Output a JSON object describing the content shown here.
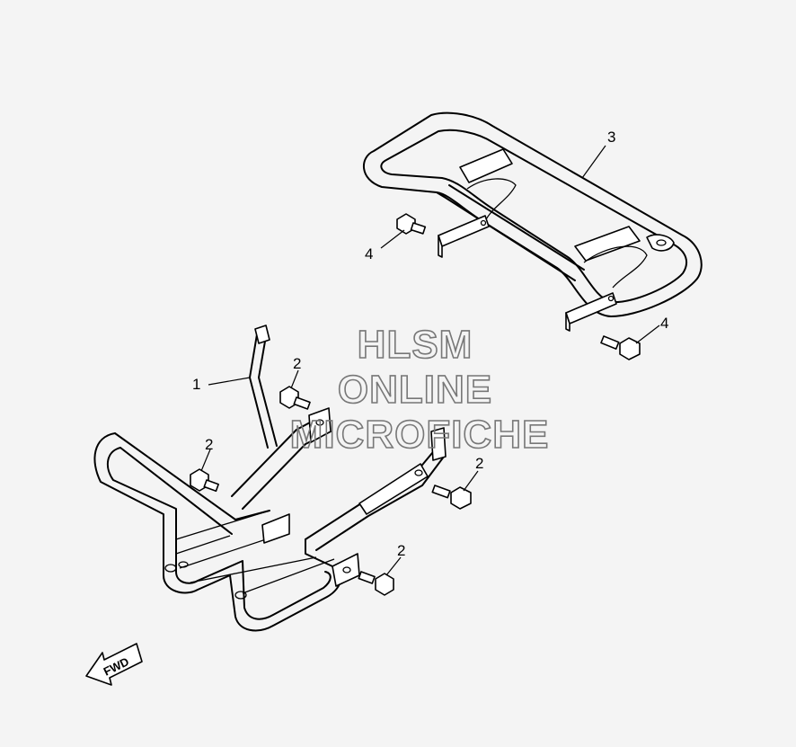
{
  "watermark": {
    "line1": "HLSM",
    "line2": "ONLINE",
    "line3": "MICROFICHE"
  },
  "direction_arrow": {
    "label": "FWD",
    "icon": "fwd-arrow-icon"
  },
  "callouts": [
    {
      "id": "c1",
      "label": "1"
    },
    {
      "id": "c2a",
      "label": "2"
    },
    {
      "id": "c2b",
      "label": "2"
    },
    {
      "id": "c2c",
      "label": "2"
    },
    {
      "id": "c2d",
      "label": "2"
    },
    {
      "id": "c3",
      "label": "3"
    },
    {
      "id": "c4a",
      "label": "4"
    },
    {
      "id": "c4b",
      "label": "4"
    }
  ],
  "colors": {
    "line": "#000000",
    "background": "#f4f4f4",
    "watermark": "#777777"
  }
}
